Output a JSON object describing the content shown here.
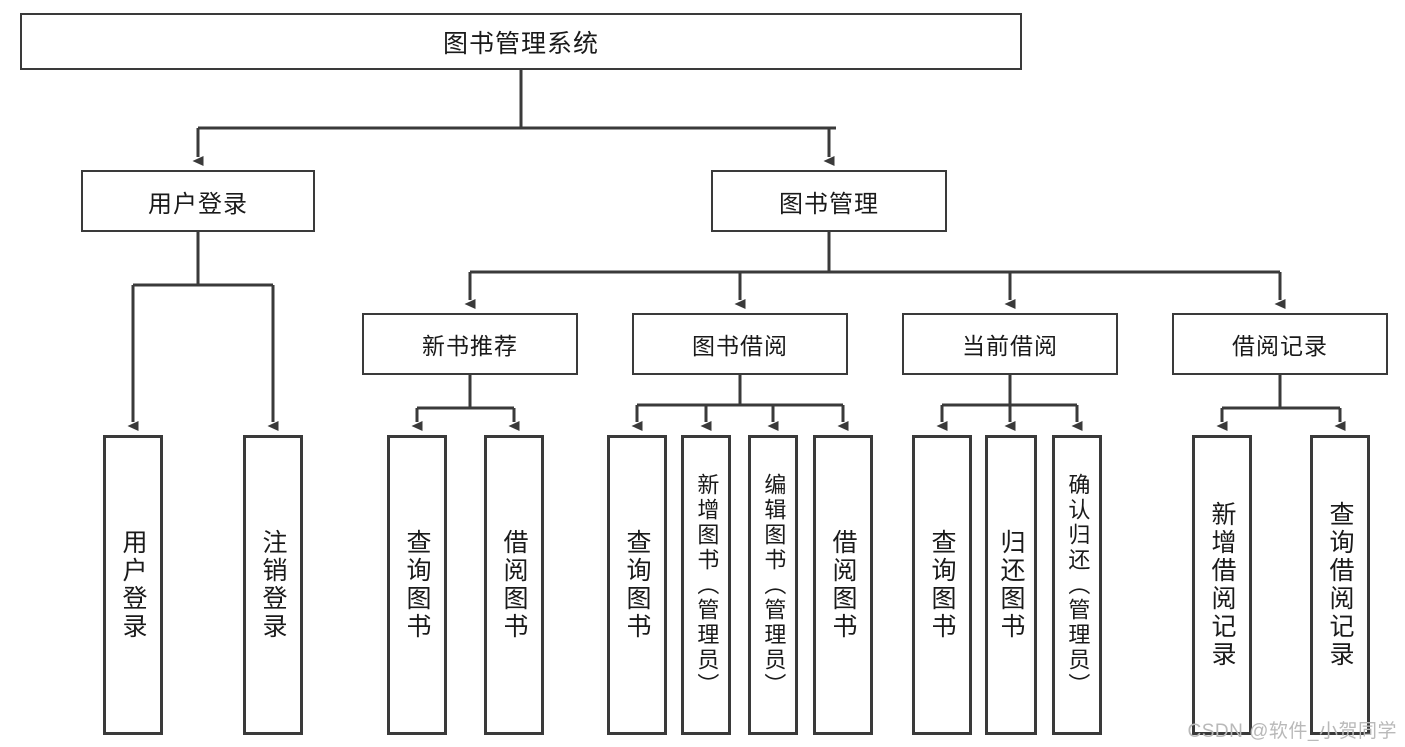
{
  "diagram": {
    "type": "tree-hierarchy",
    "title": "图书管理系统",
    "watermark": "CSDN @软件_小贺同学",
    "colors": {
      "stroke": "#3a3a3a",
      "fill": "#ffffff",
      "text": "#1a1a1a",
      "watermark": "#b9b9b9"
    },
    "nodes": {
      "root": {
        "label": "图书管理系统"
      },
      "level2": [
        {
          "id": "user-login",
          "label": "用户登录"
        },
        {
          "id": "book-manage",
          "label": "图书管理"
        }
      ],
      "level3": [
        {
          "id": "new-book-recommend",
          "label": "新书推荐"
        },
        {
          "id": "book-borrow",
          "label": "图书借阅"
        },
        {
          "id": "current-borrow",
          "label": "当前借阅"
        },
        {
          "id": "borrow-record",
          "label": "借阅记录"
        }
      ],
      "leaves": {
        "user-login": [
          {
            "id": "leaf-user-login",
            "label": "用户登录"
          },
          {
            "id": "leaf-logout",
            "label": "注销登录"
          }
        ],
        "new-book-recommend": [
          {
            "id": "leaf-query-book-1",
            "label": "查询图书"
          },
          {
            "id": "leaf-borrow-book-1",
            "label": "借阅图书"
          }
        ],
        "book-borrow": [
          {
            "id": "leaf-query-book-2",
            "label": "查询图书"
          },
          {
            "id": "leaf-add-book",
            "label": "新增图书（管理员）"
          },
          {
            "id": "leaf-edit-book",
            "label": "编辑图书（管理员）"
          },
          {
            "id": "leaf-borrow-book-2",
            "label": "借阅图书"
          }
        ],
        "current-borrow": [
          {
            "id": "leaf-query-book-3",
            "label": "查询图书"
          },
          {
            "id": "leaf-return-book",
            "label": "归还图书"
          },
          {
            "id": "leaf-confirm-return",
            "label": "确认归还（管理员）"
          }
        ],
        "borrow-record": [
          {
            "id": "leaf-add-record",
            "label": "新增借阅记录"
          },
          {
            "id": "leaf-query-record",
            "label": "查询借阅记录"
          }
        ]
      }
    }
  }
}
